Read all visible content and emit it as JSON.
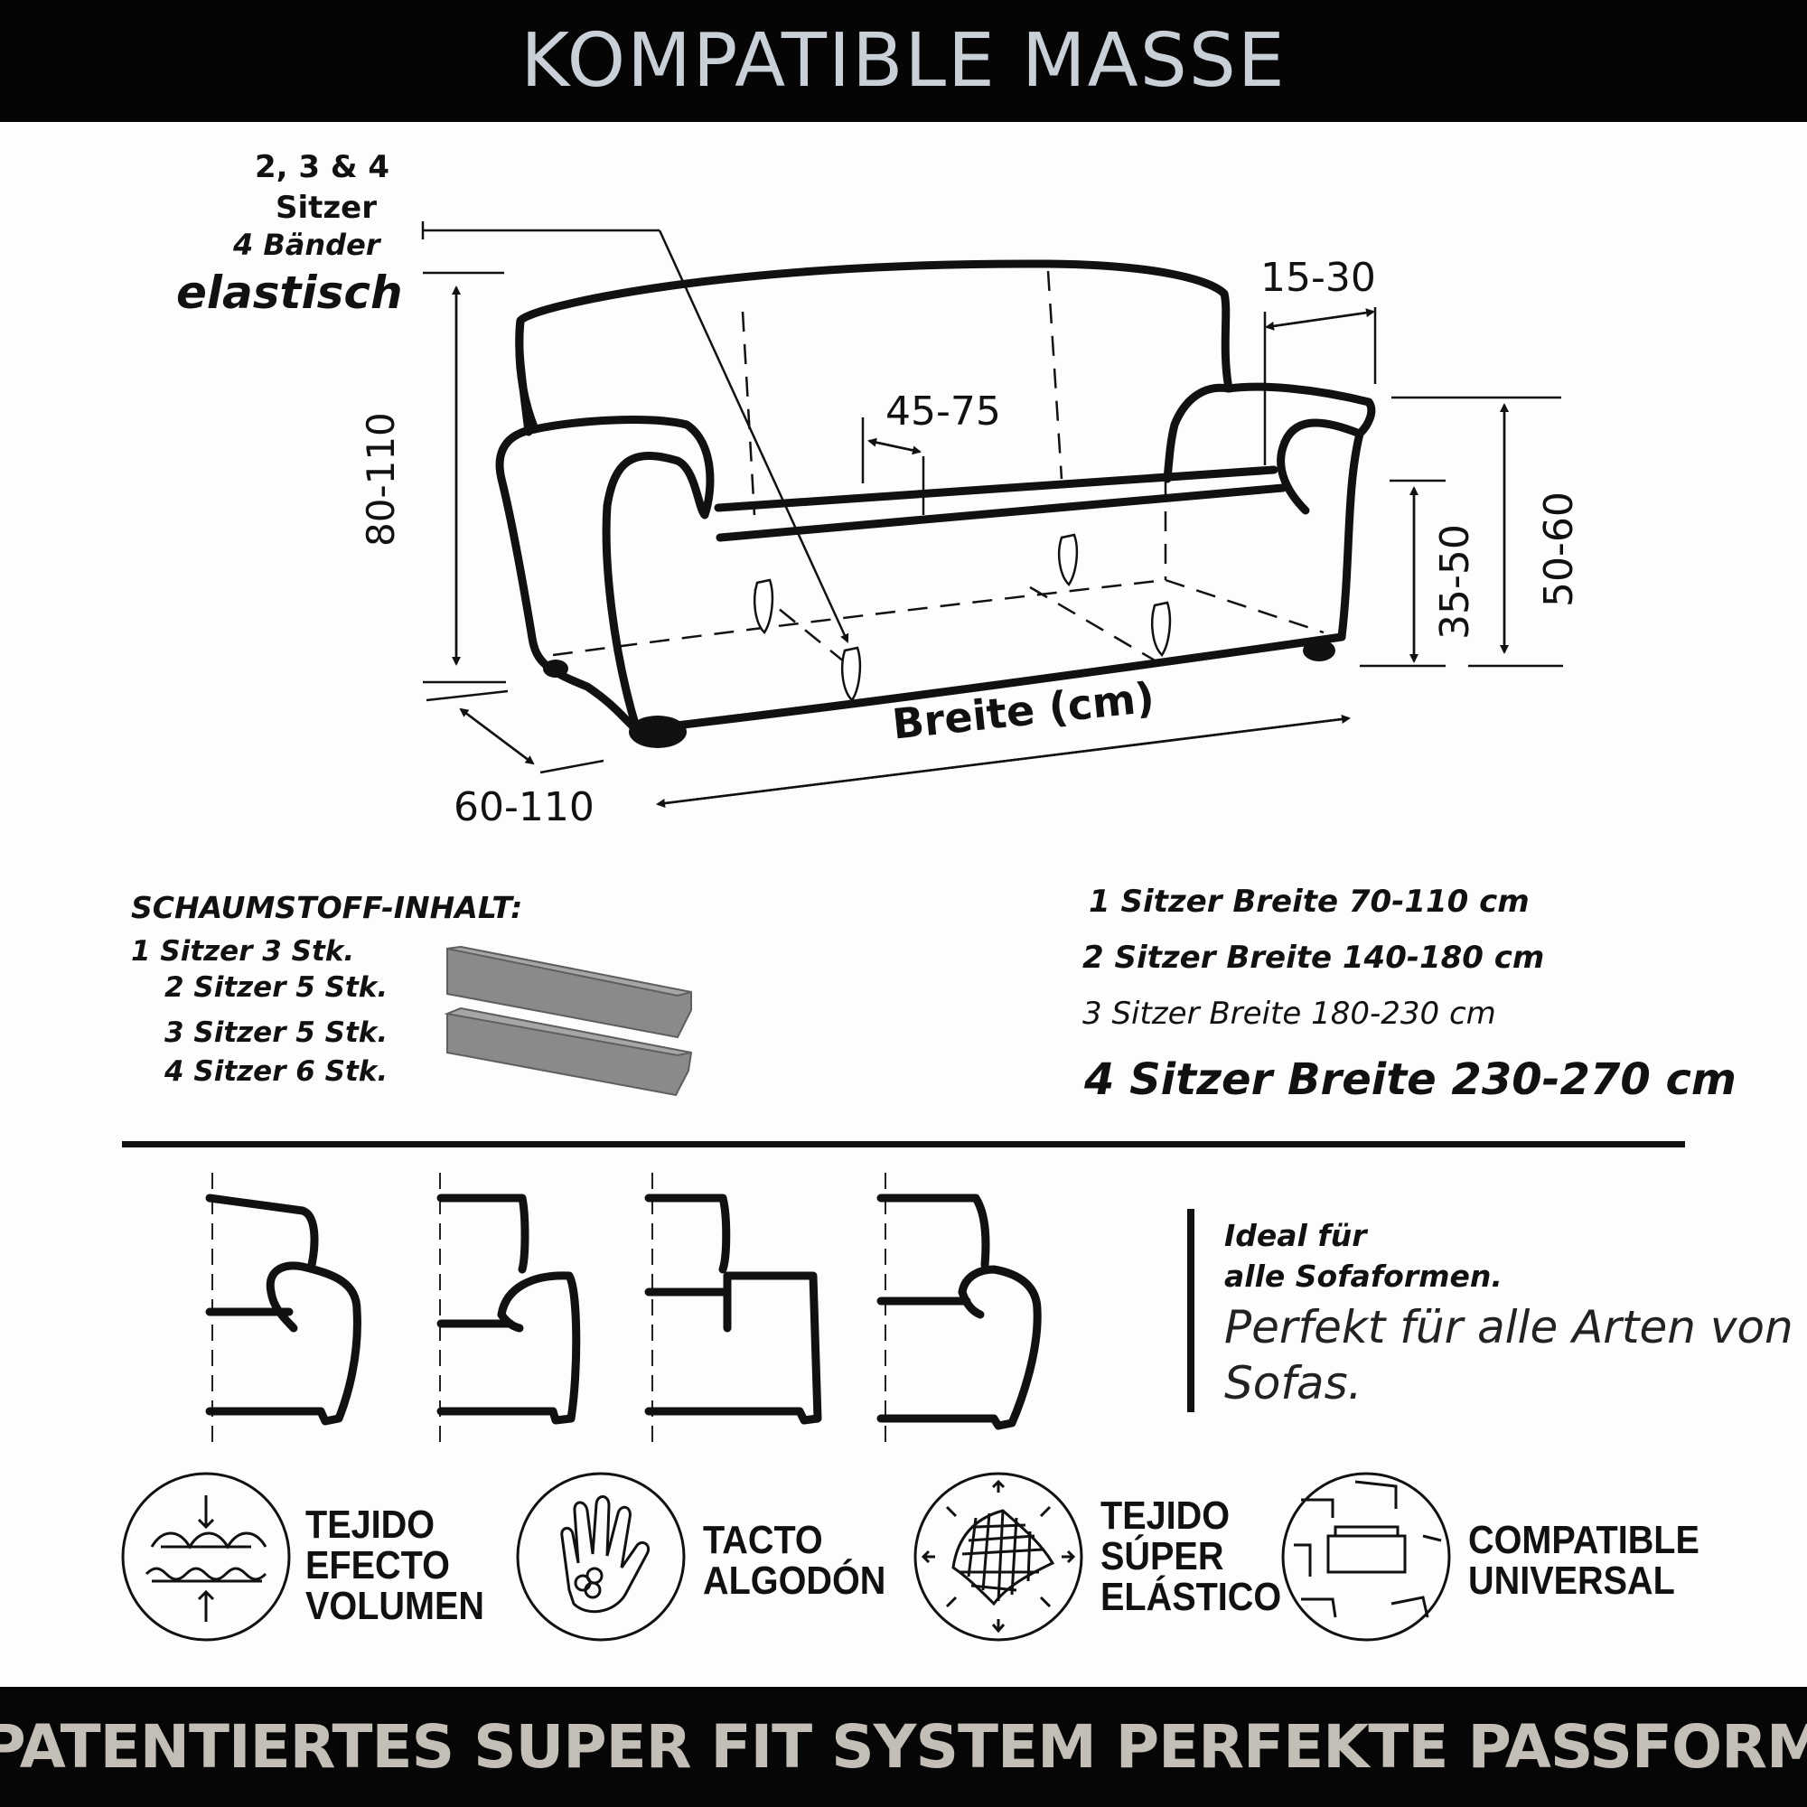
{
  "header": {
    "title": "KOMPATIBLE MASSE"
  },
  "sofa_labels": {
    "line1": "2, 3 & 4",
    "line2": "Sitzer",
    "line3": "4 Bänder",
    "line4": "elastisch",
    "height": "80-110",
    "seat_depth": "45-75",
    "arm_width": "15-30",
    "arm_height": "50-60",
    "seat_height": "35-50",
    "depth": "60-110",
    "width": "Breite (cm)"
  },
  "foam": {
    "title": "SCHAUMSTOFF-INHALT:",
    "items": [
      "1 Sitzer 3 Stk.",
      "2 Sitzer 5 Stk.",
      "3 Sitzer 5 Stk.",
      "4 Sitzer 6 Stk."
    ]
  },
  "widths": [
    "1 Sitzer Breite 70-110 cm",
    "2 Sitzer Breite 140-180 cm",
    "3 Sitzer Breite 180-230 cm",
    "4 Sitzer Breite 230-270 cm"
  ],
  "ideal": {
    "line1": "Ideal für",
    "line2": "alle Sofaformen.",
    "line3": "Perfekt für alle Arten von",
    "line4": "Sofas."
  },
  "features": [
    {
      "icon": "volume-fabric-icon",
      "lines": [
        "TEJIDO",
        "EFECTO",
        "VOLUMEN"
      ]
    },
    {
      "icon": "cotton-hand-icon",
      "lines": [
        "TACTO",
        "ALGODÓN"
      ]
    },
    {
      "icon": "stretch-fabric-icon",
      "lines": [
        "TEJIDO",
        "SÚPER",
        "ELÁSTICO"
      ]
    },
    {
      "icon": "universal-sofa-icon",
      "lines": [
        "COMPATIBLE",
        "UNIVERSAL"
      ]
    }
  ],
  "footer": {
    "text": "PATENTIERTES SUPER FIT SYSTEM PERFEKTE PASSFORM"
  }
}
